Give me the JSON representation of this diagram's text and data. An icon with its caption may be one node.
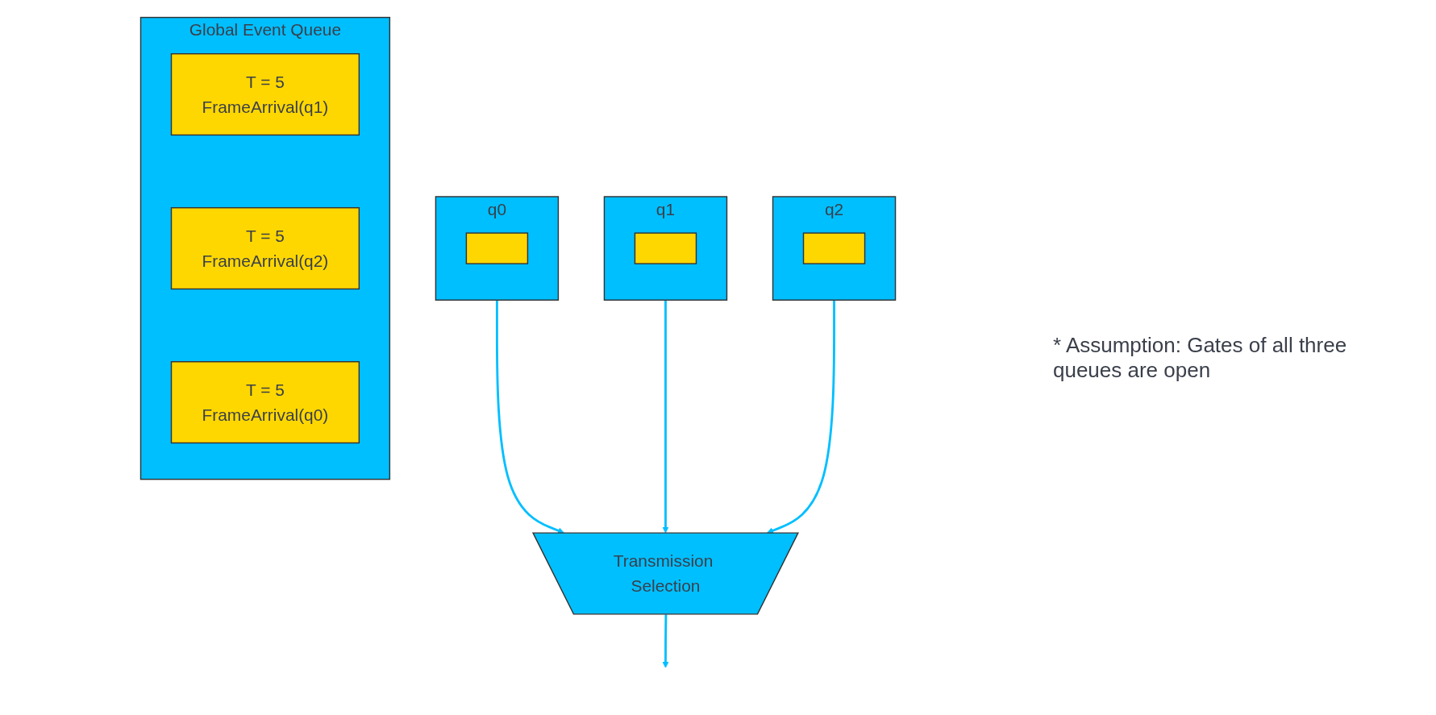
{
  "diagram": {
    "nodes": [
      {
        "text": [
          "q0"
        ]
      },
      {
        "text": [],
        "shape": "box",
        "in": 0
      },
      {
        "text": [
          "q1"
        ]
      },
      {
        "text": [],
        "shape": "box",
        "in": 2
      },
      {
        "text": [
          "q2"
        ]
      },
      {
        "text": [],
        "shape": "box",
        "in": 4
      },
      {
        "text": [
          "Transmission Selection"
        ]
      },
      {
        "text": [
          "Global Event Queue"
        ]
      },
      {
        "text": [
          "T = 5",
          "FrameArrival(q1)"
        ],
        "in": 7
      },
      {
        "text": [
          "T = 5",
          "FrameArrival(q2)"
        ],
        "in": 7
      },
      {
        "text": [
          "T = 5",
          "FrameArrival(q0)"
        ],
        "in": 7
      }
    ],
    "edges": [
      {
        "from": 0,
        "to": 6,
        "arrow": "to"
      },
      {
        "from": 2,
        "to": 6,
        "arrow": "to"
      },
      {
        "from": 4,
        "to": 6,
        "arrow": "to"
      },
      {
        "from": 6,
        "to": null,
        "arrow": "to"
      }
    ],
    "labels": [
      "* Assumption: Gates of all three queues are open"
    ]
  }
}
